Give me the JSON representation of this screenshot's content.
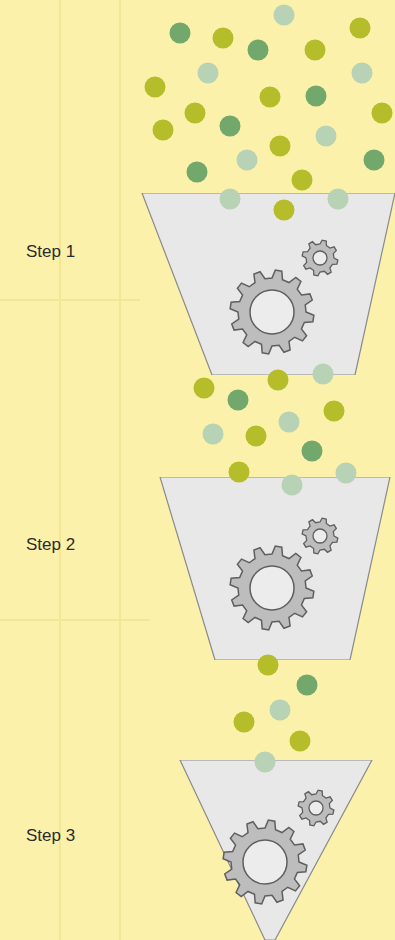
{
  "diagram": {
    "nodes": [
      {
        "text": [
          "Step 1"
        ]
      },
      {
        "text": [
          "Step 2"
        ]
      },
      {
        "text": [
          "Step 3"
        ]
      }
    ]
  }
}
